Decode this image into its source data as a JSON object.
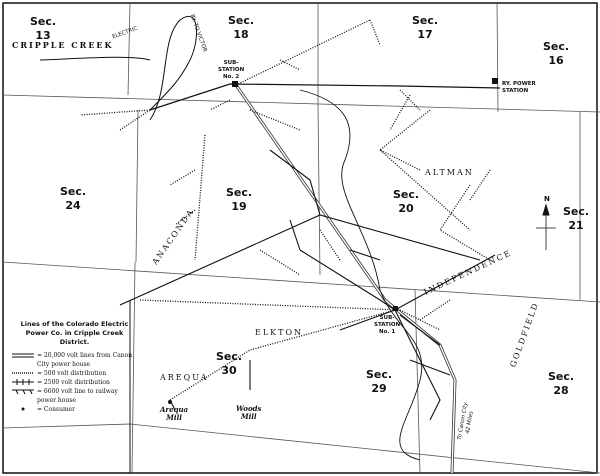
{
  "sections": [
    {
      "label": "Sec.",
      "num": "13"
    },
    {
      "label": "Sec.",
      "num": "18"
    },
    {
      "label": "Sec.",
      "num": "17"
    },
    {
      "label": "Sec.",
      "num": "16"
    },
    {
      "label": "Sec.",
      "num": "24"
    },
    {
      "label": "Sec.",
      "num": "19"
    },
    {
      "label": "Sec.",
      "num": "20"
    },
    {
      "label": "Sec.",
      "num": "21"
    },
    {
      "label": "Sec.",
      "num": "30"
    },
    {
      "label": "Sec.",
      "num": "29"
    },
    {
      "label": "Sec.",
      "num": "28"
    }
  ],
  "places": {
    "cripple_creek": "CRIPPLE CREEK",
    "altman": "ALTMAN",
    "anaconda": "ANACONDA",
    "independence": "INDEPENDENCE",
    "elkton": "ELKTON",
    "arequa": "AREQUA",
    "goldfield": "GOLDFIELD"
  },
  "stations": {
    "sub2": "SUB-\nSTATION\nNo. 2",
    "sub1": "SUB-\nSTATION\nNo. 1",
    "ry_power": "RY. POWER\nSTATION",
    "electric_label": "ELECTRIC",
    "railway_label": "RY. TO VICTOR",
    "canon_city": "To Canon City\n42 Miles"
  },
  "mills": {
    "arequa": "Arequa\nMill",
    "woods": "Woods\nMill"
  },
  "north_arrow": "N",
  "legend": {
    "title": "Lines of the Colorado Electric Power Co. in Cripple Creek District.",
    "items": [
      {
        "symbol": "double-line",
        "text": "= 20,000 volt lines from Canon City power house"
      },
      {
        "symbol": "dotted-line",
        "text": "= 500 volt distribution"
      },
      {
        "symbol": "cross-line",
        "text": "= 2500 volt distribution"
      },
      {
        "symbol": "railway-line",
        "text": "= 6600 volt line to railway power house"
      },
      {
        "symbol": "dot",
        "text": "= Consumer"
      }
    ]
  }
}
